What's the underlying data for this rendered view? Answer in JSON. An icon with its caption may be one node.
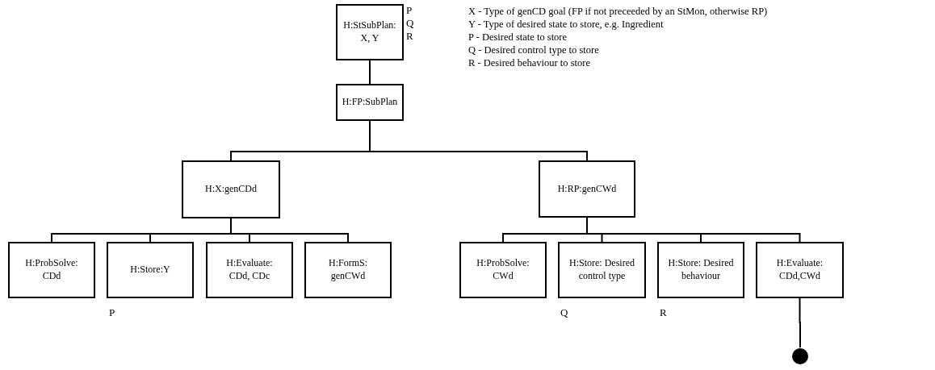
{
  "diagram": {
    "nodes": [
      {
        "text": [
          "H:StSubPlan: X, Y"
        ],
        "beside": [
          "P",
          "Q",
          "R"
        ]
      },
      {
        "text": [
          "H:FP:SubPlan"
        ]
      },
      {
        "text": [
          "H:X:genCDd"
        ]
      },
      {
        "text": [
          "H:RP:genCWd"
        ]
      },
      {
        "text": [
          "H:ProbSolve: CDd"
        ]
      },
      {
        "text": [
          "H:Store:Y"
        ],
        "beside": [
          "P"
        ]
      },
      {
        "text": [
          "H:Evaluate: CDd, CDc"
        ]
      },
      {
        "text": [
          "H:FormS: genCWd"
        ]
      },
      {
        "text": [
          "H:ProbSolve: CWd"
        ]
      },
      {
        "text": [
          "H:Store: Desired control type"
        ],
        "beside": [
          "Q"
        ]
      },
      {
        "text": [
          "H:Store: Desired behaviour"
        ],
        "beside": [
          "R"
        ]
      },
      {
        "text": [
          "H:Evaluate: CDd,CWd"
        ]
      },
      {
        "text": [],
        "shape": "circle"
      }
    ],
    "edges": [
      {
        "from": 0,
        "to": 1,
        "arrow": "none"
      },
      {
        "from": 1,
        "to": 2,
        "arrow": "none"
      },
      {
        "from": 1,
        "to": 3,
        "arrow": "none"
      },
      {
        "from": 2,
        "to": 4,
        "arrow": "none"
      },
      {
        "from": 2,
        "to": 5,
        "arrow": "none"
      },
      {
        "from": 2,
        "to": 6,
        "arrow": "none"
      },
      {
        "from": 2,
        "to": 7,
        "arrow": "none"
      },
      {
        "from": 3,
        "to": 8,
        "arrow": "none"
      },
      {
        "from": 3,
        "to": 9,
        "arrow": "none"
      },
      {
        "from": 3,
        "to": 10,
        "arrow": "none"
      },
      {
        "from": 3,
        "to": 11,
        "arrow": "none"
      },
      {
        "from": 11,
        "to": 12,
        "arrow": "none"
      }
    ],
    "labels": [
      "X - Type of genCD goal (FP if not preceeded by an StMon, otherwise RP)",
      "Y - Type of desired state to store, e.g. Ingredient",
      "P - Desired state to store",
      "Q - Desired control type to store",
      "R - Desired behaviour to store"
    ]
  }
}
